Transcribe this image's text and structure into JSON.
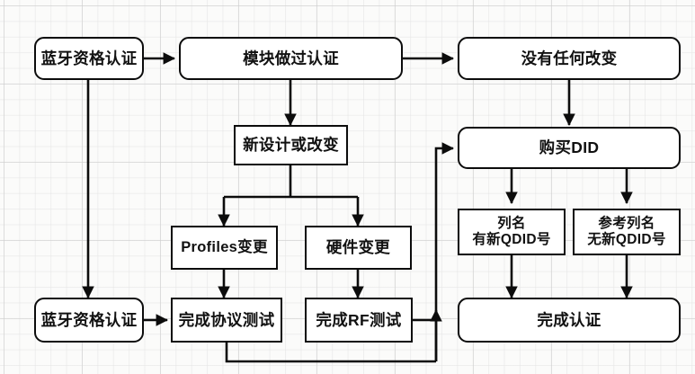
{
  "diagram": {
    "title_text": "",
    "background_color": "#fbfbfa",
    "line_color": "#0c0c0c",
    "node_fill": "#ffffff",
    "nodes": {
      "bt_qual_top": "蓝牙资格认证",
      "module_certified": "模块做过认证",
      "no_change": "没有任何改变",
      "new_design_or_change": "新设计或改变",
      "buy_did": "购买DID",
      "profiles_change": "Profiles变更",
      "hardware_change": "硬件变更",
      "listed_new_qdid": "列名\n有新QDID号",
      "ref_listed_no_new_qdid": "参考列名\n无新QDID号",
      "bt_qual_bottom": "蓝牙资格认证",
      "protocol_test_done": "完成协议测试",
      "rf_test_done": "完成RF测试",
      "certification_done": "完成认证"
    }
  }
}
